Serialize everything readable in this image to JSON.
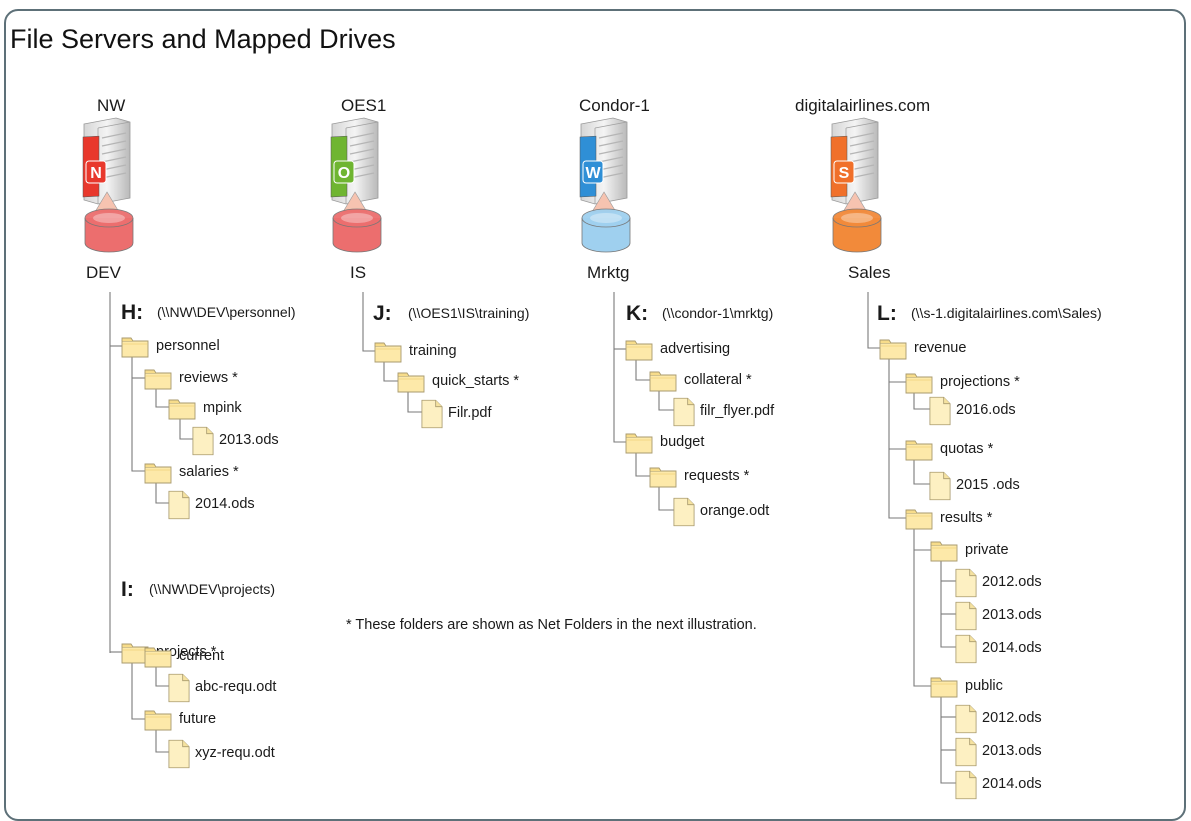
{
  "title": "File Servers and Mapped Drives",
  "colors": {
    "frame": "#5d7078",
    "folder": "#fde9a9",
    "folder_stroke": "#a89a6e",
    "file": "#fdf0c2"
  },
  "note": "* These folders are shown as Net Folders in the next illustration.",
  "servers": [
    {
      "name": "NW",
      "letter": "N",
      "volume": "DEV",
      "color": "#e8382c",
      "disk": "#ec6e6e"
    },
    {
      "name": "OES1",
      "letter": "O",
      "volume": "IS",
      "color": "#6fb531",
      "disk": "#ec6e6e"
    },
    {
      "name": "Condor-1",
      "letter": "W",
      "volume": "Mrktg",
      "color": "#2f8fd6",
      "disk": "#9fd0ef"
    },
    {
      "name": "digitalairlines.com",
      "letter": "S",
      "volume": "Sales",
      "color": "#f0702a",
      "disk": "#f28a3a"
    }
  ],
  "drives": [
    {
      "letter": "H:",
      "path": "(\\\\NW\\DEV\\personnel)"
    },
    {
      "letter": "I:",
      "path": "(\\\\NW\\DEV\\projects)"
    },
    {
      "letter": "J:",
      "path": "(\\\\OES1\\IS\\training)"
    },
    {
      "letter": "K:",
      "path": "(\\\\condor-1\\mrktg)"
    },
    {
      "letter": "L:",
      "path": "(\\\\s-1.digitalairlines.com\\Sales)"
    }
  ],
  "trees": {
    "H": [
      {
        "kind": "folder",
        "label": "personnel"
      },
      {
        "kind": "folder",
        "label": "reviews *"
      },
      {
        "kind": "folder",
        "label": "mpink"
      },
      {
        "kind": "file",
        "label": "2013.ods"
      },
      {
        "kind": "folder",
        "label": "salaries *"
      },
      {
        "kind": "file",
        "label": "2014.ods"
      }
    ],
    "I": [
      {
        "kind": "folder",
        "label": "projects *"
      },
      {
        "kind": "folder",
        "label": "current"
      },
      {
        "kind": "file",
        "label": "abc-requ.odt"
      },
      {
        "kind": "folder",
        "label": "future"
      },
      {
        "kind": "file",
        "label": "xyz-requ.odt"
      }
    ],
    "J": [
      {
        "kind": "folder",
        "label": "training"
      },
      {
        "kind": "folder",
        "label": "quick_starts *"
      },
      {
        "kind": "file",
        "label": "Filr.pdf"
      }
    ],
    "K": [
      {
        "kind": "folder",
        "label": "advertising"
      },
      {
        "kind": "folder",
        "label": "collateral *"
      },
      {
        "kind": "file",
        "label": "filr_flyer.pdf"
      },
      {
        "kind": "folder",
        "label": "budget"
      },
      {
        "kind": "folder",
        "label": "requests *"
      },
      {
        "kind": "file",
        "label": "orange.odt"
      }
    ],
    "L": [
      {
        "kind": "folder",
        "label": "revenue"
      },
      {
        "kind": "folder",
        "label": "projections *"
      },
      {
        "kind": "file",
        "label": "2016.ods"
      },
      {
        "kind": "folder",
        "label": "quotas *"
      },
      {
        "kind": "file",
        "label": "2015 .ods"
      },
      {
        "kind": "folder",
        "label": "results *"
      },
      {
        "kind": "folder",
        "label": "private"
      },
      {
        "kind": "file",
        "label": "2012.ods"
      },
      {
        "kind": "file",
        "label": "2013.ods"
      },
      {
        "kind": "file",
        "label": "2014.ods"
      },
      {
        "kind": "folder",
        "label": "public"
      },
      {
        "kind": "file",
        "label": "2012.ods"
      },
      {
        "kind": "file",
        "label": "2013.ods"
      },
      {
        "kind": "file",
        "label": "2014.ods"
      }
    ]
  }
}
